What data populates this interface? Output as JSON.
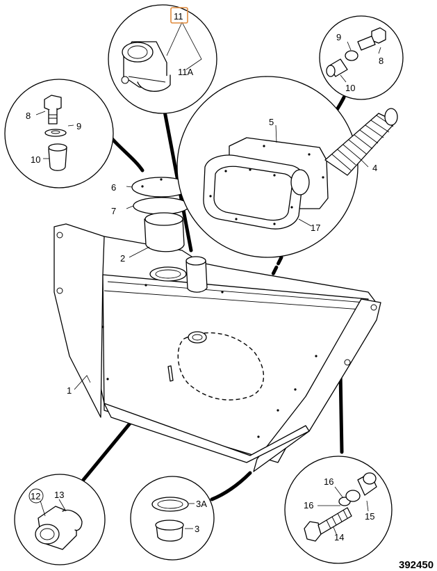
{
  "labels": {
    "p1": "1",
    "p2": "2",
    "p3": "3",
    "p3a": "3A",
    "p4": "4",
    "p5": "5",
    "p6": "6",
    "p7": "7",
    "p8a": "8",
    "p9a": "9",
    "p10a": "10",
    "p8b": "8",
    "p9b": "9",
    "p10b": "10",
    "p11": "11",
    "p11a": "11A",
    "p12": "12",
    "p13": "13",
    "p14": "14",
    "p15": "15",
    "p16a": "16",
    "p16b": "16",
    "p17": "17"
  },
  "drawing_ref": "392450",
  "highlighted_part": "11",
  "colors": {
    "highlight": "#e08a3c",
    "line": "#000000"
  }
}
